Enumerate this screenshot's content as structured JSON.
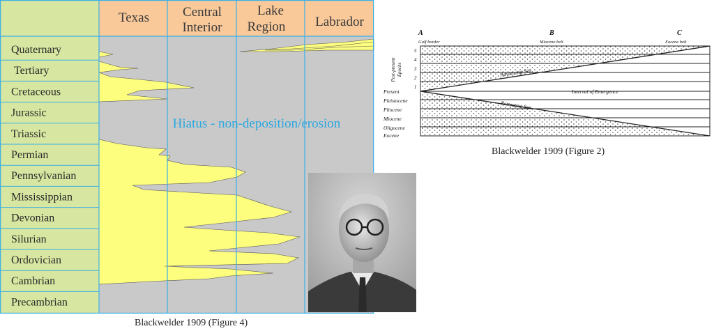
{
  "figure4": {
    "columns": [
      "Texas",
      "Central Interior",
      "Lake Region",
      "Labrador"
    ],
    "column_lines": [
      [
        "Texas"
      ],
      [
        "Central",
        "Interior"
      ],
      [
        "Lake",
        "Region"
      ],
      [
        "Labrador"
      ]
    ],
    "periods": [
      "Quaternary",
      "Tertiary",
      "Cretaceous",
      "Jurassic",
      "Triassic",
      "Permian",
      "Pennsylvanian",
      "Mississippian",
      "Devonian",
      "Silurian",
      "Ordovician",
      "Cambrian",
      "Precambrian"
    ],
    "hiatus_label": "Hiatus - non-deposition/erosion",
    "caption": "Blackwelder 1909 (Figure 4)",
    "colors": {
      "header_bg": "#f9c99a",
      "period_bg": "#d7e6a0",
      "grid_bg": "#c9c9c9",
      "deposit": "#fdfd7e",
      "lines": "#3ab0e6",
      "hiatus_text": "#2aa7e0"
    }
  },
  "figure2": {
    "points": [
      "A",
      "B",
      "C"
    ],
    "sub_labels": [
      "Gulf border",
      "Miocene belt",
      "Eocene belt"
    ],
    "axis_label": [
      "Post-present",
      "Epochs"
    ],
    "future_epochs": [
      "5",
      "4",
      "3",
      "2",
      "1"
    ],
    "epochs": [
      "Present",
      "Pleistocene",
      "Pliocene",
      "Miocene",
      "Oligocene",
      "Eocene"
    ],
    "annotations": {
      "advancing": "Advancing Sea",
      "emergence": "Interval of Emergence",
      "retreating": "Retreating Sea"
    },
    "caption": "Blackwelder 1909 (Figure 2)"
  },
  "portrait": {
    "icon": "person-portrait-icon"
  }
}
